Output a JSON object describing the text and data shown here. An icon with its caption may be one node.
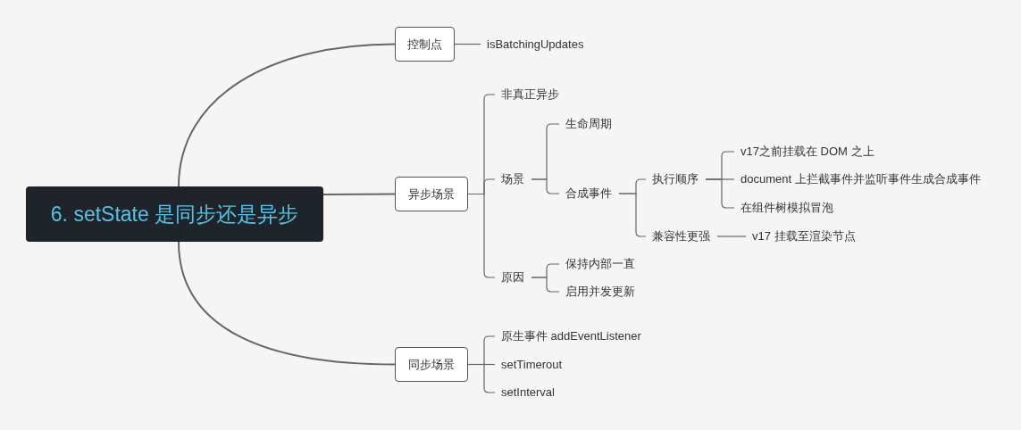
{
  "diagram": {
    "nodes": [
      {
        "text": [
          "6. setState 是同步还是异步"
        ]
      },
      {
        "text": [
          "控制点"
        ]
      },
      {
        "text": [
          "isBatchingUpdates"
        ]
      },
      {
        "text": [
          "异步场景"
        ]
      },
      {
        "text": [
          "非真正异步"
        ]
      },
      {
        "text": [
          "场景"
        ]
      },
      {
        "text": [
          "生命周期"
        ]
      },
      {
        "text": [
          "合成事件"
        ]
      },
      {
        "text": [
          "执行顺序"
        ]
      },
      {
        "text": [
          "v17之前挂载在 DOM 之上"
        ]
      },
      {
        "text": [
          "document 上拦截事件并监听事件生成合成事件"
        ]
      },
      {
        "text": [
          "在组件树模拟冒泡"
        ]
      },
      {
        "text": [
          "兼容性更强"
        ]
      },
      {
        "text": [
          "v17 挂载至渲染节点"
        ]
      },
      {
        "text": [
          "原因"
        ]
      },
      {
        "text": [
          "保持内部一直"
        ]
      },
      {
        "text": [
          "启用并发更新"
        ]
      },
      {
        "text": [
          "同步场景"
        ]
      },
      {
        "text": [
          "原生事件 addEventListener"
        ]
      },
      {
        "text": [
          "setTimerout"
        ]
      },
      {
        "text": [
          "setInterval"
        ]
      }
    ],
    "edges": [
      {
        "from": 0,
        "to": 1,
        "arrow": "none"
      },
      {
        "from": 0,
        "to": 3,
        "arrow": "none"
      },
      {
        "from": 0,
        "to": 17,
        "arrow": "none"
      },
      {
        "from": 1,
        "to": 2,
        "arrow": "none"
      },
      {
        "from": 3,
        "to": 4,
        "arrow": "none"
      },
      {
        "from": 3,
        "to": 5,
        "arrow": "none"
      },
      {
        "from": 3,
        "to": 14,
        "arrow": "none"
      },
      {
        "from": 5,
        "to": 6,
        "arrow": "none"
      },
      {
        "from": 5,
        "to": 7,
        "arrow": "none"
      },
      {
        "from": 7,
        "to": 8,
        "arrow": "none"
      },
      {
        "from": 7,
        "to": 12,
        "arrow": "none"
      },
      {
        "from": 8,
        "to": 9,
        "arrow": "none"
      },
      {
        "from": 8,
        "to": 10,
        "arrow": "none"
      },
      {
        "from": 8,
        "to": 11,
        "arrow": "none"
      },
      {
        "from": 12,
        "to": 13,
        "arrow": "none"
      },
      {
        "from": 14,
        "to": 15,
        "arrow": "none"
      },
      {
        "from": 14,
        "to": 16,
        "arrow": "none"
      },
      {
        "from": 17,
        "to": 18,
        "arrow": "none"
      },
      {
        "from": 17,
        "to": 19,
        "arrow": "none"
      },
      {
        "from": 17,
        "to": 20,
        "arrow": "none"
      }
    ]
  }
}
